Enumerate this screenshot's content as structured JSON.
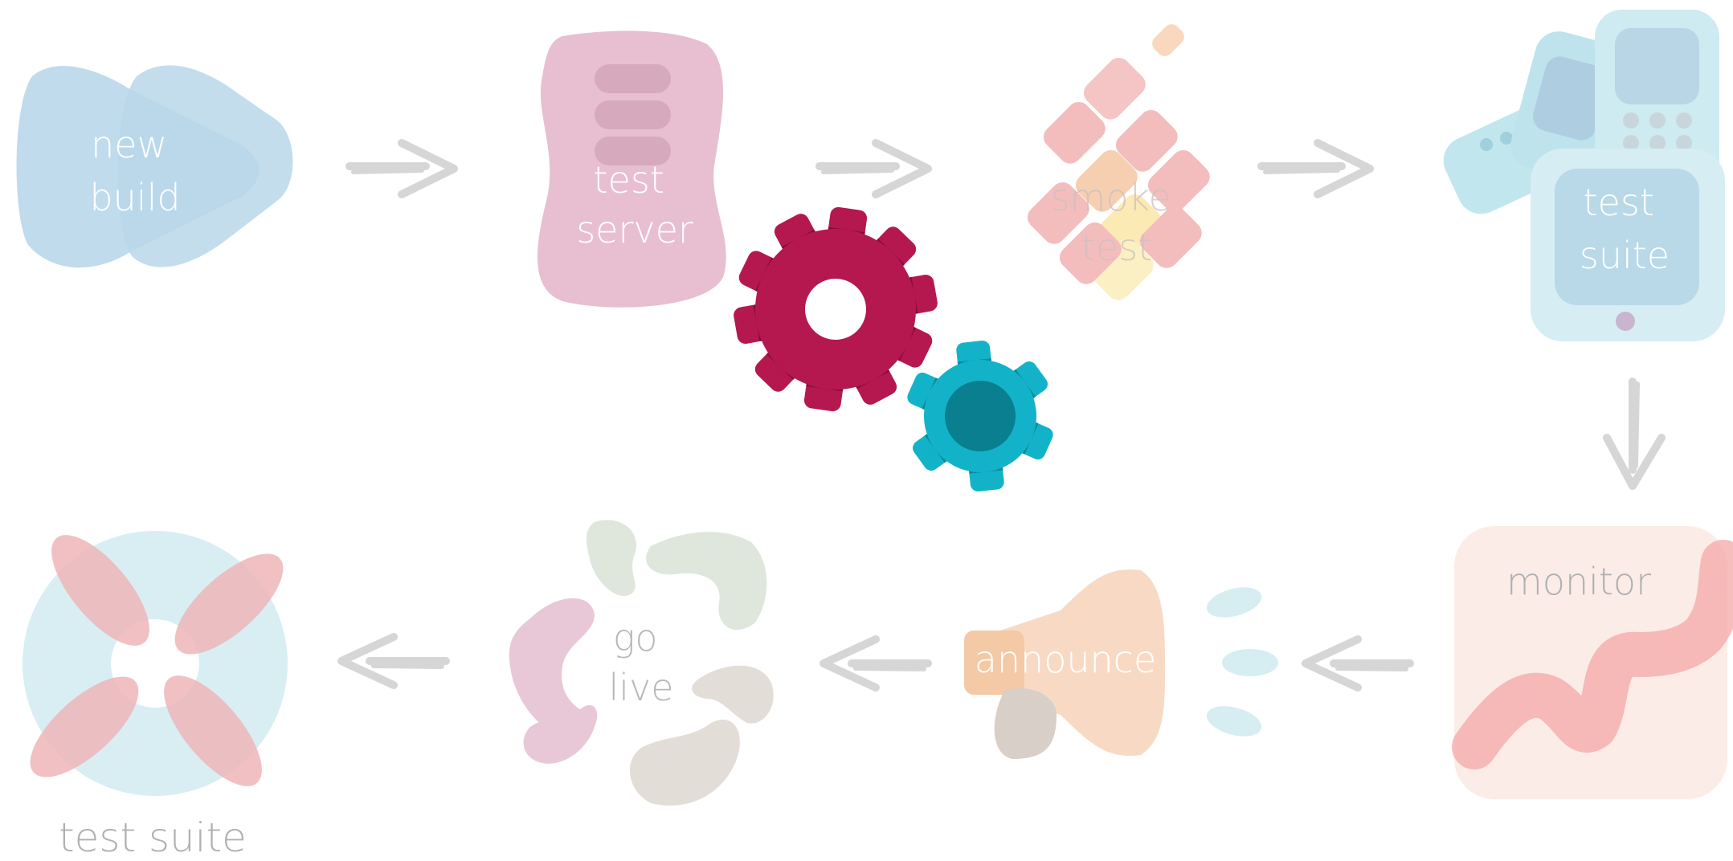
{
  "steps": [
    {
      "id": "new-build",
      "lines": [
        "new",
        "build"
      ]
    },
    {
      "id": "test-server",
      "lines": [
        "test",
        "server"
      ]
    },
    {
      "id": "smoke-test",
      "lines": [
        "smoke",
        "test"
      ]
    },
    {
      "id": "test-suite-devices",
      "lines": [
        "test",
        "suite"
      ]
    },
    {
      "id": "monitor",
      "lines": [
        "monitor"
      ]
    },
    {
      "id": "announce",
      "lines": [
        "announce"
      ]
    },
    {
      "id": "go-live",
      "lines": [
        "go",
        "live"
      ]
    },
    {
      "id": "test-suite-final",
      "lines": [
        "test suite"
      ]
    }
  ],
  "colors": {
    "arrow": "#d6d6d6",
    "gear_large": "#b5184f",
    "gear_large_dark": "#7c0c30",
    "gear_small": "#12b3c8",
    "gear_small_dark": "#0a7f90",
    "blue": "#b8d7ea",
    "pink": "#e8bfd0",
    "orange": "#f6d2b8",
    "cyan": "#cdebf0",
    "label_light": "#ffffff",
    "label_grey": "#b0b0b0"
  },
  "icons": [
    "play-icon",
    "server-icon",
    "fire-icon",
    "devices-icon",
    "chart-icon",
    "megaphone-icon",
    "bubbles-icon",
    "lifebuoy-icon",
    "gear-icon"
  ]
}
